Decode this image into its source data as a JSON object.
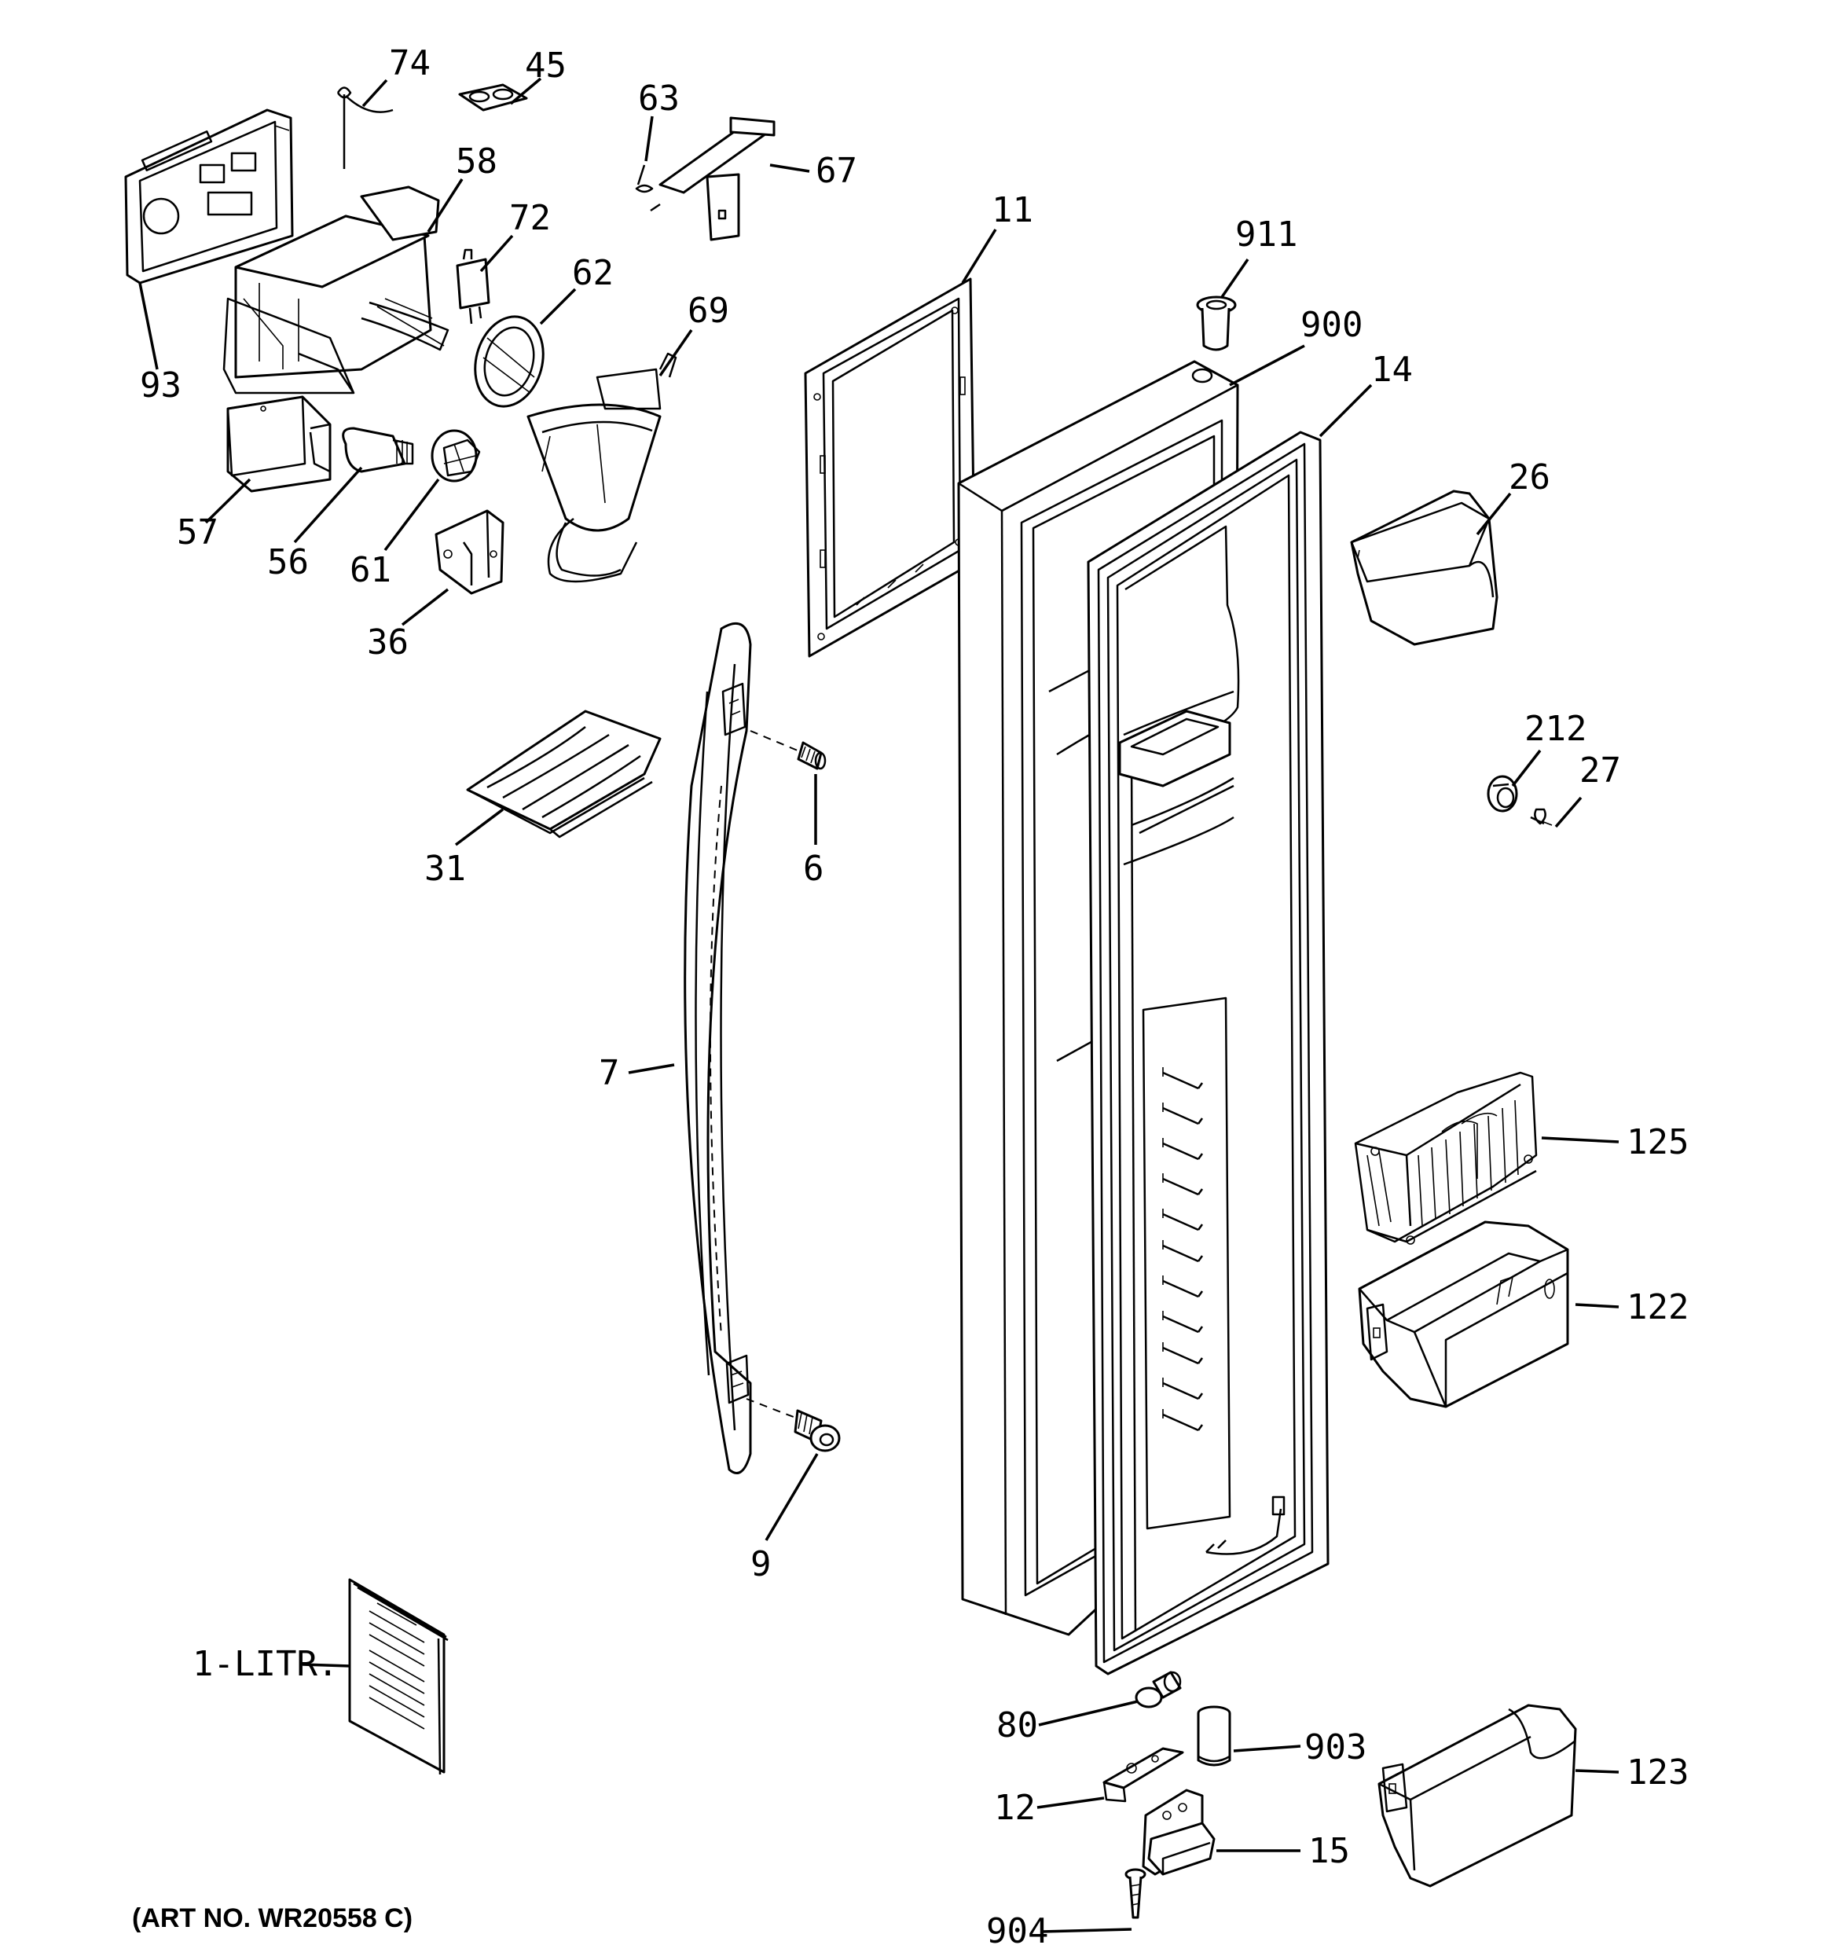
{
  "callouts": {
    "c74": "74",
    "c45": "45",
    "c63": "63",
    "c67": "67",
    "c58": "58",
    "c72": "72",
    "c11": "11",
    "c911": "911",
    "c62": "62",
    "c69": "69",
    "c900": "900",
    "c14": "14",
    "c93": "93",
    "c26": "26",
    "c57": "57",
    "c56": "56",
    "c61": "61",
    "c36": "36",
    "c212": "212",
    "c27": "27",
    "c31": "31",
    "c6": "6",
    "c7": "7",
    "c125": "125",
    "c122": "122",
    "c9": "9",
    "c1litr": "1-LITR.",
    "c80": "80",
    "c903": "903",
    "c12": "12",
    "c123": "123",
    "c15": "15",
    "c904": "904"
  },
  "art_number": "(ART NO. WR20558 C)"
}
